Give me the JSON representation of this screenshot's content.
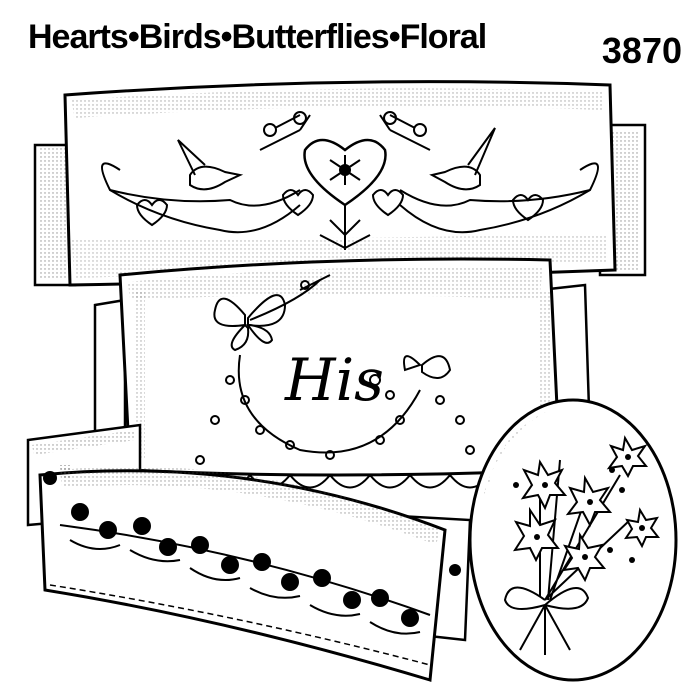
{
  "header": {
    "title": "Hearts•Birds•Butterflies•Floral",
    "pattern_number": "3870"
  },
  "pillowcase": {
    "monogram": "His"
  },
  "colors": {
    "ink": "#000000",
    "paper": "#ffffff",
    "stipple": "#555555"
  }
}
